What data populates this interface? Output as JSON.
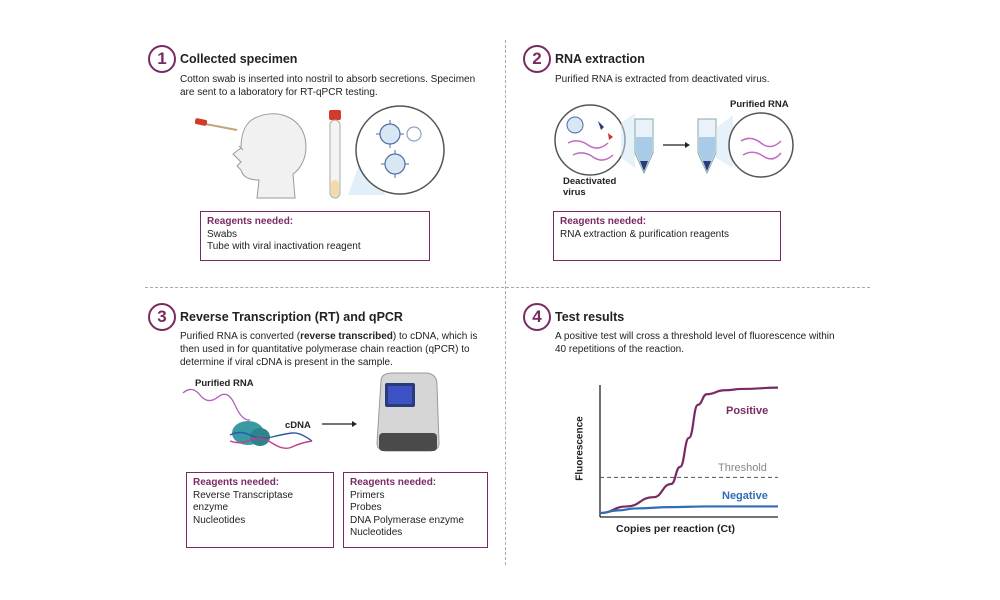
{
  "steps": [
    {
      "number": "1",
      "title": "Collected specimen",
      "description": "Cotton swab is inserted into nostril to absorb secretions.  Specimen are sent to a laboratory for RT-qPCR testing.",
      "reagents_title": "Reagents needed:",
      "reagents": [
        "Swabs",
        "Tube with viral inactivation reagent"
      ]
    },
    {
      "number": "2",
      "title": "RNA extraction",
      "description": "Purified RNA is extracted from deactivated virus.",
      "labels": {
        "purified_rna": "Purified RNA",
        "deactivated_virus": "Deactivated virus"
      },
      "reagents_title": "Reagents needed:",
      "reagents": [
        "RNA extraction & purification reagents"
      ]
    },
    {
      "number": "3",
      "title": "Reverse Transcription (RT) and qPCR",
      "description_pre": "Purified RNA is converted (",
      "description_bold": "reverse transcribed",
      "description_post": ") to cDNA, which is then used in for quantitative polymerase chain reaction (qPCR) to determine if viral cDNA is present in the sample.",
      "labels": {
        "purified_rna": "Purified RNA",
        "cdna": "cDNA"
      },
      "reagents_title": "Reagents needed:",
      "reagents": [
        "Reverse Transcriptase enzyme",
        "Nucleotides"
      ],
      "reagents2_title": "Reagents needed:",
      "reagents2": [
        "Primers",
        "Probes",
        "DNA Polymerase enzyme",
        "Nucleotides"
      ]
    },
    {
      "number": "4",
      "title": "Test  results",
      "description": "A positive test will cross a threshold level of fluorescence within 40 repetitions of the reaction."
    }
  ],
  "chart_data": {
    "type": "line",
    "xlabel": "Copies per reaction (Ct)",
    "ylabel": "Fluorescence",
    "series": [
      {
        "name": "Positive",
        "color": "#7a2a63",
        "x": [
          0,
          0.15,
          0.3,
          0.4,
          0.45,
          0.5,
          0.55,
          0.6,
          0.7,
          0.8,
          1.0
        ],
        "y": [
          0.03,
          0.08,
          0.15,
          0.25,
          0.38,
          0.6,
          0.85,
          0.93,
          0.96,
          0.97,
          0.98
        ]
      },
      {
        "name": "Negative",
        "color": "#2f6db5",
        "x": [
          0,
          0.1,
          0.2,
          0.4,
          0.6,
          0.8,
          1.0
        ],
        "y": [
          0.03,
          0.05,
          0.065,
          0.075,
          0.08,
          0.08,
          0.08
        ]
      }
    ],
    "threshold": {
      "name": "Threshold",
      "y": 0.3,
      "color": "#888888"
    },
    "xlim": [
      0,
      1
    ],
    "ylim": [
      0,
      1
    ]
  },
  "colors": {
    "accent": "#7a2a63",
    "negative": "#2f6db5",
    "threshold": "#888888"
  }
}
